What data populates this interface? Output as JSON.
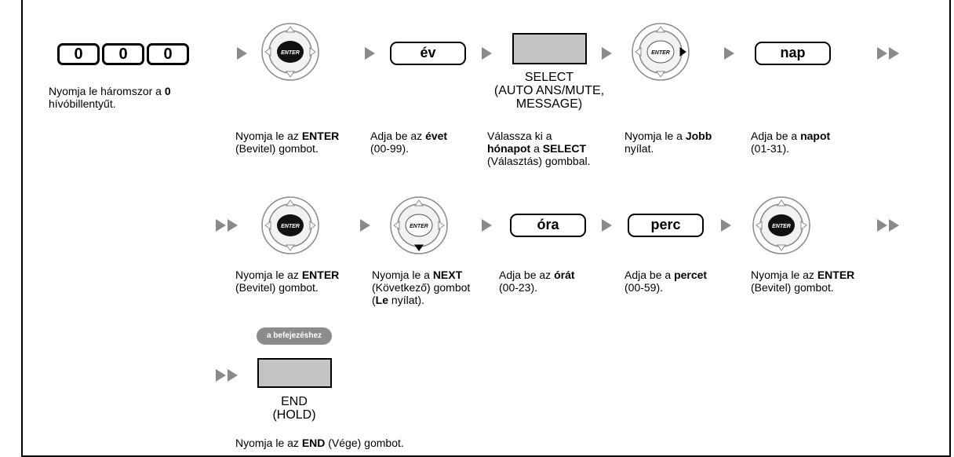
{
  "row1": {
    "digits": [
      "0",
      "0",
      "0"
    ],
    "caption_digits": {
      "pre": "Nyomja le háromszor a ",
      "bold": "0",
      "post": "hívóbillentyűt."
    },
    "nav1": {
      "center": "ENTER",
      "highlight": "center"
    },
    "caption_enter1": {
      "pre": "Nyomja le az ",
      "bold": "ENTER",
      "line2": "(Bevitel) gombot."
    },
    "key_ev": "év",
    "caption_ev": {
      "pre": "Adja be az ",
      "bold": "évet",
      "line2": "(00-99)."
    },
    "select_label": [
      "SELECT",
      "(AUTO ANS/MUTE,",
      "MESSAGE)"
    ],
    "caption_select": {
      "line1": "Válassza ki a",
      "bold1": "hónapot",
      "mid": " a ",
      "bold2": "SELECT",
      "line3": "(Választás) gombbal."
    },
    "nav2": {
      "center": "ENTER",
      "highlight": "right"
    },
    "caption_right": {
      "pre": "Nyomja le a ",
      "bold": "Jobb",
      "line2": "nyílat."
    },
    "key_nap": "nap",
    "caption_nap": {
      "pre": "Adja be a ",
      "bold": "napot",
      "line2": "(01-31)."
    }
  },
  "row2": {
    "nav3": {
      "center": "ENTER",
      "highlight": "center"
    },
    "caption_enter2": {
      "pre": "Nyomja le az ",
      "bold": "ENTER",
      "line2": "(Bevitel) gombot."
    },
    "nav4": {
      "center": "ENTER",
      "highlight": "down"
    },
    "caption_next": {
      "pre": "Nyomja le a ",
      "bold": "NEXT",
      "line2": "(Következő) gombot",
      "line3_pre": "(",
      "line3_bold": "Le",
      "line3_post": " nyílat)."
    },
    "key_ora": "óra",
    "caption_ora": {
      "pre": "Adja be az ",
      "bold": "órát",
      "line2": "(00-23)."
    },
    "key_perc": "perc",
    "caption_perc": {
      "pre": "Adja be a ",
      "bold": "percet",
      "line2": "(00-59)."
    },
    "nav5": {
      "center": "ENTER",
      "highlight": "center"
    },
    "caption_enter3": {
      "pre": "Nyomja le az ",
      "bold": "ENTER",
      "line2": "(Bevitel) gombot."
    }
  },
  "row3": {
    "pill": "a befejezéshez",
    "end_label": [
      "END",
      "(HOLD)"
    ],
    "caption_end": {
      "pre": "Nyomja le az ",
      "bold": "END",
      "post": " (Vége) gombot."
    }
  },
  "colors": {
    "arrow": "#8a8a8a",
    "button_fill": "#c4c4c4",
    "pill_fill": "#8c8c8c"
  }
}
